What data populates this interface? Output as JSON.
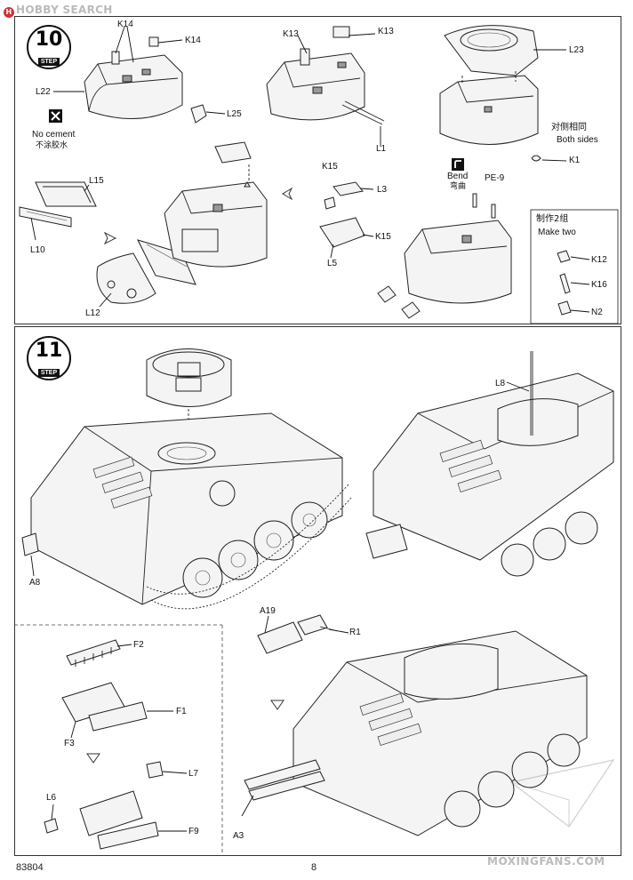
{
  "watermark": {
    "brand": "HOBBY SEARCH",
    "logo_letter": "H"
  },
  "step10": {
    "number": "10",
    "word": "STEP",
    "labels": {
      "k14_a": "K14",
      "k14_b": "K14",
      "l22": "L22",
      "l25": "L25",
      "k13_a": "K13",
      "k13_b": "K13",
      "l1": "L1",
      "l23": "L23",
      "both_cn": "对侧相同",
      "both_en": "Both sides",
      "k1": "K1",
      "l15": "L15",
      "l10": "L10",
      "l12": "L12",
      "k15_a": "K15",
      "l3": "L3",
      "k15_b": "K15",
      "l5": "L5",
      "pe9": "PE-9",
      "k12": "K12",
      "k16": "K16",
      "n2": "N2"
    },
    "no_cement": {
      "en": "No cement",
      "cn": "不涂胶水"
    },
    "bend": {
      "en": "Bend",
      "cn": "弯曲"
    },
    "make_two": {
      "cn": "制作2组",
      "en": "Make two"
    }
  },
  "step11": {
    "number": "11",
    "word": "STEP",
    "labels": {
      "a8": "A8",
      "l8": "L8",
      "f2": "F2",
      "f1": "F1",
      "f3": "F3",
      "l7": "L7",
      "l6": "L6",
      "f9": "F9",
      "a19": "A19",
      "r1": "R1",
      "a3": "A3"
    }
  },
  "footer": {
    "code": "83804",
    "page": "8",
    "brand": "MOXINGFANS.COM"
  }
}
